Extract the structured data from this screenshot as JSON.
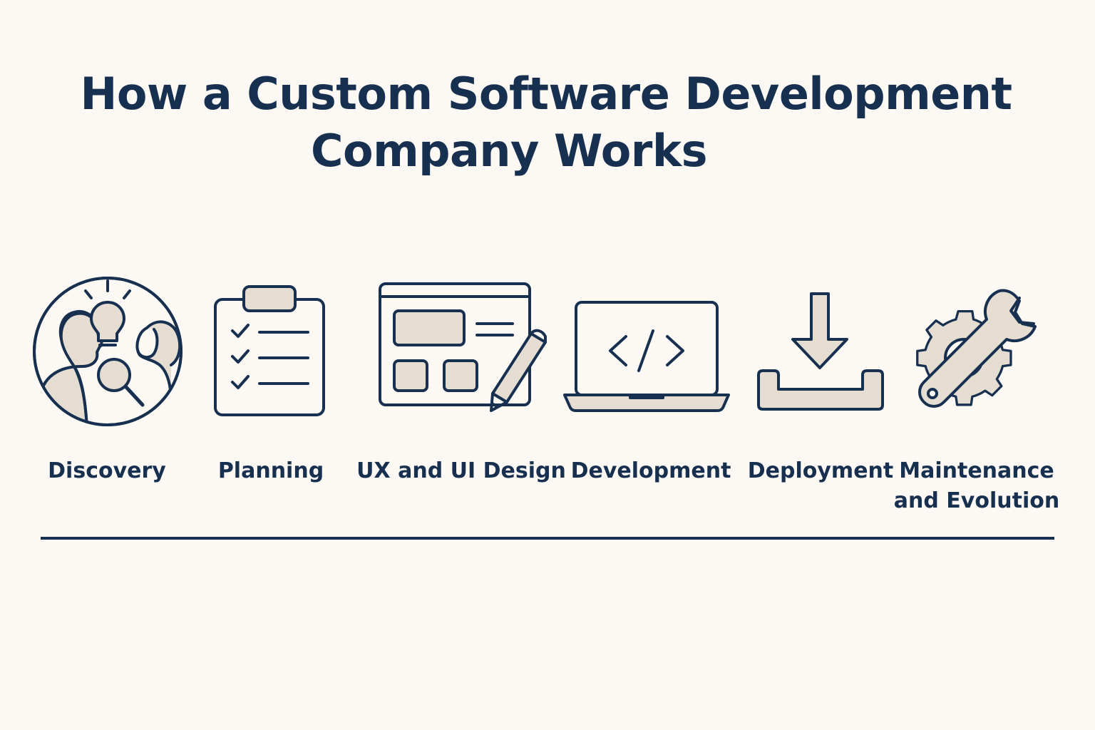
{
  "title": {
    "line1": "How a Custom Software Development",
    "line2": "Company Works"
  },
  "colors": {
    "background": "#FCF8F3",
    "ink": "#17304F",
    "fill": "#E6DDD2"
  },
  "steps": [
    {
      "icon": "discovery-team-icon",
      "label_lines": [
        "Discovery"
      ]
    },
    {
      "icon": "checklist-clipboard-icon",
      "label_lines": [
        "Planning"
      ]
    },
    {
      "icon": "wireframe-pencil-icon",
      "label_lines": [
        "UX and UI Design"
      ]
    },
    {
      "icon": "laptop-code-icon",
      "label_lines": [
        "Development"
      ]
    },
    {
      "icon": "download-tray-icon",
      "label_lines": [
        "Deployment"
      ]
    },
    {
      "icon": "gear-wrench-icon",
      "label_lines": [
        "Maintenance",
        "and Evolution"
      ]
    }
  ]
}
